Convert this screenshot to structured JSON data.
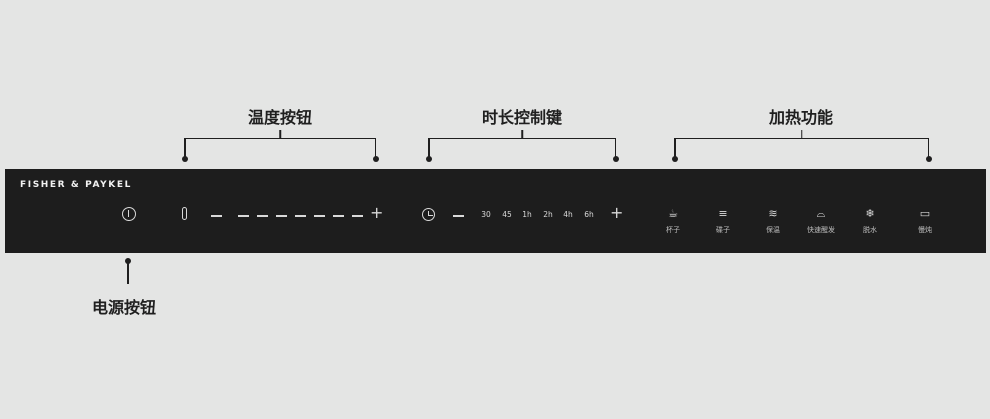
{
  "callouts": {
    "temperature": "温度按钮",
    "timer": "时长控制键",
    "functions": "加热功能",
    "power": "电源按钮"
  },
  "brand": "FISHER & PAYKEL",
  "temperature_control": {
    "icon": "thermometer-icon",
    "minus": "—",
    "plus": "+",
    "segment_count": 7
  },
  "timer_control": {
    "icon": "clock-icon",
    "minus": "—",
    "plus": "+",
    "options": [
      "30",
      "45",
      "1h",
      "2h",
      "4h",
      "6h"
    ]
  },
  "heating_functions": [
    {
      "icon": "cup-icon",
      "glyph": "☕",
      "label": "杯子"
    },
    {
      "icon": "plates-icon",
      "glyph": "≡",
      "label": "碟子"
    },
    {
      "icon": "keep-warm-icon",
      "glyph": "≋",
      "label": "保温"
    },
    {
      "icon": "proofing-icon",
      "glyph": "⌓",
      "label": "快速醒发"
    },
    {
      "icon": "defrost-icon",
      "glyph": "❄",
      "label": "脱水"
    },
    {
      "icon": "slow-cook-icon",
      "glyph": "▭",
      "label": "慢炖"
    }
  ],
  "colors": {
    "background": "#e4e5e4",
    "panel": "#1d1d1d",
    "panel_text": "#d9d9d9",
    "annotation": "#1f1f1f"
  }
}
